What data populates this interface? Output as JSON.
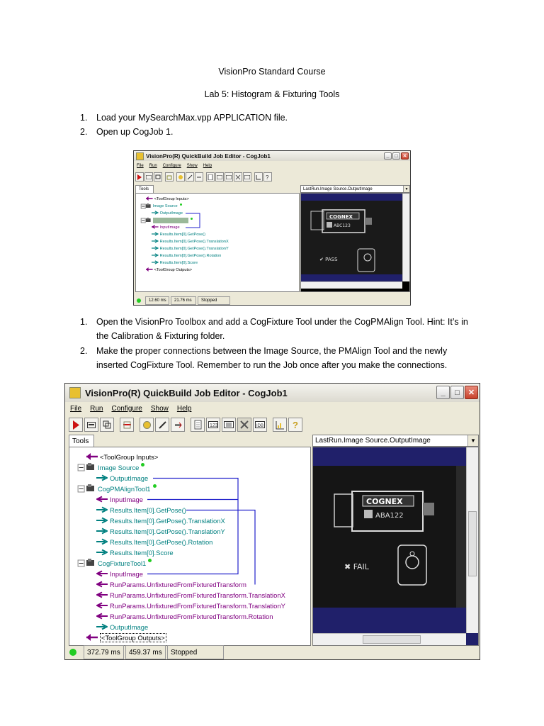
{
  "doc": {
    "title": "VisionPro Standard Course",
    "subtitle": "Lab 5:  Histogram & Fixturing Tools",
    "steps_a": [
      {
        "num": "1.",
        "text": "Load your MySearchMax.vpp APPLICATION file."
      },
      {
        "num": "2.",
        "text": "Open up CogJob 1."
      }
    ],
    "steps_b": [
      {
        "num": "1.",
        "line1": "Open the VisionPro Toolbox and add a CogFixture Tool under the CogPMAlign Tool.  Hint:  It’s in",
        "line2": "the Calibration & Fixturing folder."
      },
      {
        "num": "2.",
        "line1": "Make the proper connections between the Image Source, the PMAlign Tool and the newly",
        "line2": "inserted CogFixture Tool.  Remember to run the Job once after you make the connections."
      }
    ]
  },
  "window1": {
    "title": "VisionPro(R) QuickBuild Job Editor - CogJob1",
    "menu": [
      "File",
      "Run",
      "Configure",
      "Show",
      "Help"
    ],
    "tab": "Tools",
    "image_combo": "LastRun.Image Source.OutputImage",
    "tree": [
      {
        "label": "<ToolGroup Inputs>",
        "color": "#000000"
      },
      {
        "label": "Image Source",
        "color": "#008080"
      },
      {
        "label": "OutputImage",
        "color": "#008080"
      },
      {
        "label": "",
        "color": "#008080"
      },
      {
        "label": "InputImage",
        "color": "#800080"
      },
      {
        "label": "Results.Item[0].GetPose()",
        "color": "#008080"
      },
      {
        "label": "Results.Item[0].GetPose().TranslationX",
        "color": "#008080"
      },
      {
        "label": "Results.Item[0].GetPose().TranslationY",
        "color": "#008080"
      },
      {
        "label": "Results.Item[0].GetPose().Rotation",
        "color": "#008080"
      },
      {
        "label": "Results.Item[0].Score",
        "color": "#008080"
      },
      {
        "label": "<ToolGroup Outputs>",
        "color": "#000000"
      }
    ],
    "image_text": {
      "brand": "COGNEX",
      "code": "ABC123",
      "result": "✔ PASS"
    },
    "status": {
      "time1": "12.60 ms",
      "time2": "21.76 ms",
      "state": "Stopped"
    }
  },
  "window2": {
    "title": "VisionPro(R) QuickBuild Job Editor - CogJob1",
    "menu": [
      "File",
      "Run",
      "Configure",
      "Show",
      "Help"
    ],
    "tab": "Tools",
    "image_combo": "LastRun.Image Source.OutputImage",
    "tree": [
      {
        "label": "<ToolGroup Inputs>",
        "color": "#000000"
      },
      {
        "label": "Image Source",
        "color": "#008080"
      },
      {
        "label": "OutputImage",
        "color": "#008080"
      },
      {
        "label": "CogPMAlignTool1",
        "color": "#008080"
      },
      {
        "label": "InputImage",
        "color": "#800080"
      },
      {
        "label": "Results.Item[0].GetPose()",
        "color": "#008080"
      },
      {
        "label": "Results.Item[0].GetPose().TranslationX",
        "color": "#008080"
      },
      {
        "label": "Results.Item[0].GetPose().TranslationY",
        "color": "#008080"
      },
      {
        "label": "Results.Item[0].GetPose().Rotation",
        "color": "#008080"
      },
      {
        "label": "Results.Item[0].Score",
        "color": "#008080"
      },
      {
        "label": "CogFixtureTool1",
        "color": "#008080"
      },
      {
        "label": "InputImage",
        "color": "#800080"
      },
      {
        "label": "RunParams.UnfixturedFromFixturedTransform",
        "color": "#800080"
      },
      {
        "label": "RunParams.UnfixturedFromFixturedTransform.TranslationX",
        "color": "#800080"
      },
      {
        "label": "RunParams.UnfixturedFromFixturedTransform.TranslationY",
        "color": "#800080"
      },
      {
        "label": "RunParams.UnfixturedFromFixturedTransform.Rotation",
        "color": "#800080"
      },
      {
        "label": "OutputImage",
        "color": "#008080"
      },
      {
        "label": "<ToolGroup Outputs>",
        "color": "#000000"
      }
    ],
    "image_text": {
      "brand": "COGNEX",
      "code": "ABA122",
      "result": "✖ FAIL"
    },
    "status": {
      "time1": "372.79 ms",
      "time2": "459.37 ms",
      "state": "Stopped"
    }
  },
  "colors": {
    "teal": "#008080",
    "purple": "#800080",
    "link_blue": "#2222cc",
    "image_bg": "#20206a"
  }
}
